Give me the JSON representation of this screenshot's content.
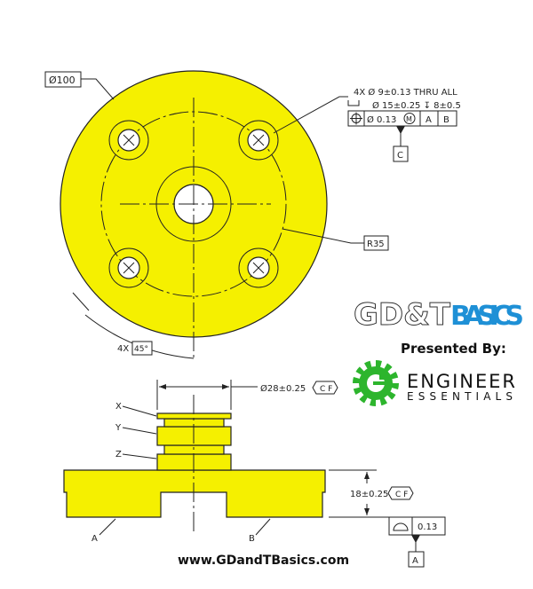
{
  "top_view": {
    "diameter_label": "Ø100",
    "hole_callout": {
      "line1": "4X Ø 9±0.13 THRU ALL",
      "line2": "Ø 15±0.25 ↧ 8±0.5",
      "fcf_tolerance": "Ø 0.13",
      "fcf_modifier": "M",
      "datum_1": "A",
      "datum_2": "B",
      "datum_feature": "C"
    },
    "radius_label": "R35",
    "angle_count": "4X",
    "angle_label": "45°"
  },
  "side_view": {
    "hub_diameter": "Ø28±0.25",
    "hub_modifier": "C F",
    "height": "18±0.25",
    "height_modifier": "C F",
    "flatness_tolerance": "0.13",
    "flatness_datum": "A",
    "labels": [
      "X",
      "Y",
      "Z",
      "A",
      "B"
    ]
  },
  "branding": {
    "logo_part1": "GD&T",
    "logo_part2": "BASICS",
    "presented_by": "Presented By:",
    "sponsor_line1": "ENGINEER",
    "sponsor_line2": "ESSENTIALS",
    "website": "www.GDandTBasics.com",
    "colors": {
      "yellow": "#f5f000",
      "blue": "#1e90d6",
      "green": "#2db52d"
    }
  }
}
